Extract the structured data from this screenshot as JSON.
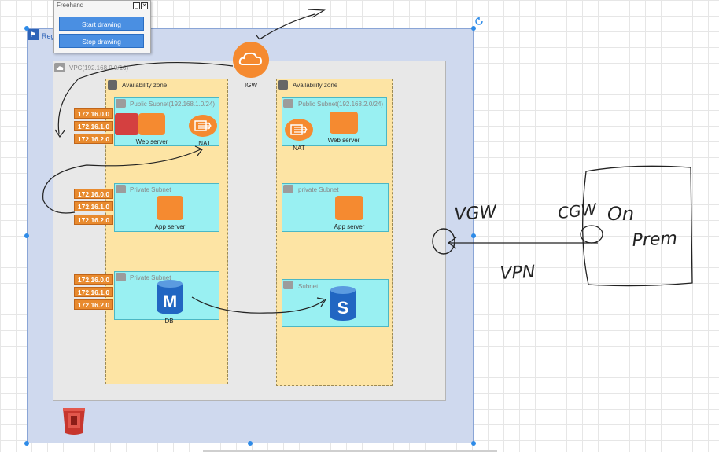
{
  "region": {
    "label": "Reg"
  },
  "vpc": {
    "label": "VPC(192.168.0.0/16)"
  },
  "igw": {
    "label": "IGW"
  },
  "az_left": {
    "label": "Availability zone",
    "public_subnet": {
      "label": "Public Subnet(192.168.1.0/24)",
      "web_server": "Web server",
      "nat": "NAT"
    },
    "private_subnet": {
      "label": "Private Subnet",
      "app_server": "App server"
    },
    "db_subnet": {
      "label": "Private Subnet",
      "db": "DB"
    }
  },
  "az_right": {
    "label": "Availability zone",
    "public_subnet": {
      "label": "Public Subnet(192.168.2.0/24)",
      "web_server": "Web server",
      "nat": "NAT"
    },
    "private_subnet": {
      "label": "private Subnet",
      "app_server": "App server"
    },
    "subnet": {
      "label": "Subnet"
    }
  },
  "ip_groups": [
    [
      "172.16.0.0",
      "172.16.1.0",
      "172.16.2.0"
    ],
    [
      "172.16.0.0",
      "172.16.1.0",
      "172.16.2.0"
    ],
    [
      "172.16.0.0",
      "172.16.1.0",
      "172.16.2.0"
    ]
  ],
  "icons": {
    "db_letter": "M",
    "s_letter": "S"
  },
  "freehand": {
    "title": "Freehand",
    "start_label": "Start drawing",
    "stop_label": "Stop drawing",
    "vgw": "VGW",
    "cgw": "CGW",
    "vpn": "VPN",
    "on": "On",
    "prem": "Prem"
  },
  "colors": {
    "region": "#cfd9ee",
    "az": "#fde4a4",
    "subnet": "#99f0f2",
    "aws_orange": "#f58a30",
    "db_blue": "#2166c2"
  }
}
